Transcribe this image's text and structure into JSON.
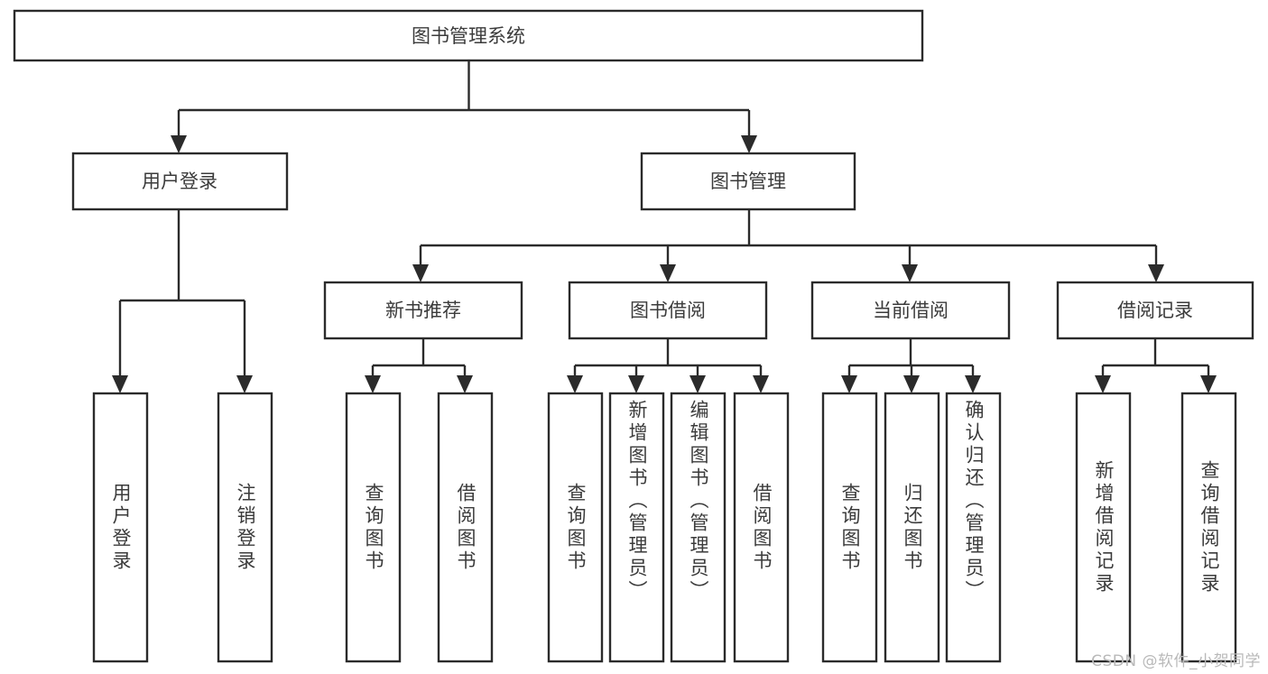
{
  "diagram": {
    "title": "图书管理系统",
    "type": "tree-hierarchy-diagram",
    "colors": {
      "stroke": "#2b2b2b",
      "fill": "#ffffff",
      "text": "#3b3b3b",
      "watermark": "#b9b9b9"
    },
    "root": {
      "label": "图书管理系统"
    },
    "level2": [
      {
        "label": "用户登录"
      },
      {
        "label": "图书管理"
      }
    ],
    "level3": [
      {
        "label": "新书推荐"
      },
      {
        "label": "图书借阅"
      },
      {
        "label": "当前借阅"
      },
      {
        "label": "借阅记录"
      }
    ],
    "leaves": {
      "user_login": [
        {
          "label": "用户登录"
        },
        {
          "label": "注销登录"
        }
      ],
      "new_book_recommend": [
        {
          "label": "查询图书"
        },
        {
          "label": "借阅图书"
        }
      ],
      "book_borrow": [
        {
          "label": "查询图书"
        },
        {
          "label": "新增图书（管理员）"
        },
        {
          "label": "编辑图书（管理员）"
        },
        {
          "label": "借阅图书"
        }
      ],
      "current_borrow": [
        {
          "label": "查询图书"
        },
        {
          "label": "归还图书"
        },
        {
          "label": "确认归还（管理员）"
        }
      ],
      "borrow_record": [
        {
          "label": "新增借阅记录"
        },
        {
          "label": "查询借阅记录"
        }
      ]
    }
  },
  "watermark": {
    "text": "CSDN @软件_小贺同学"
  }
}
